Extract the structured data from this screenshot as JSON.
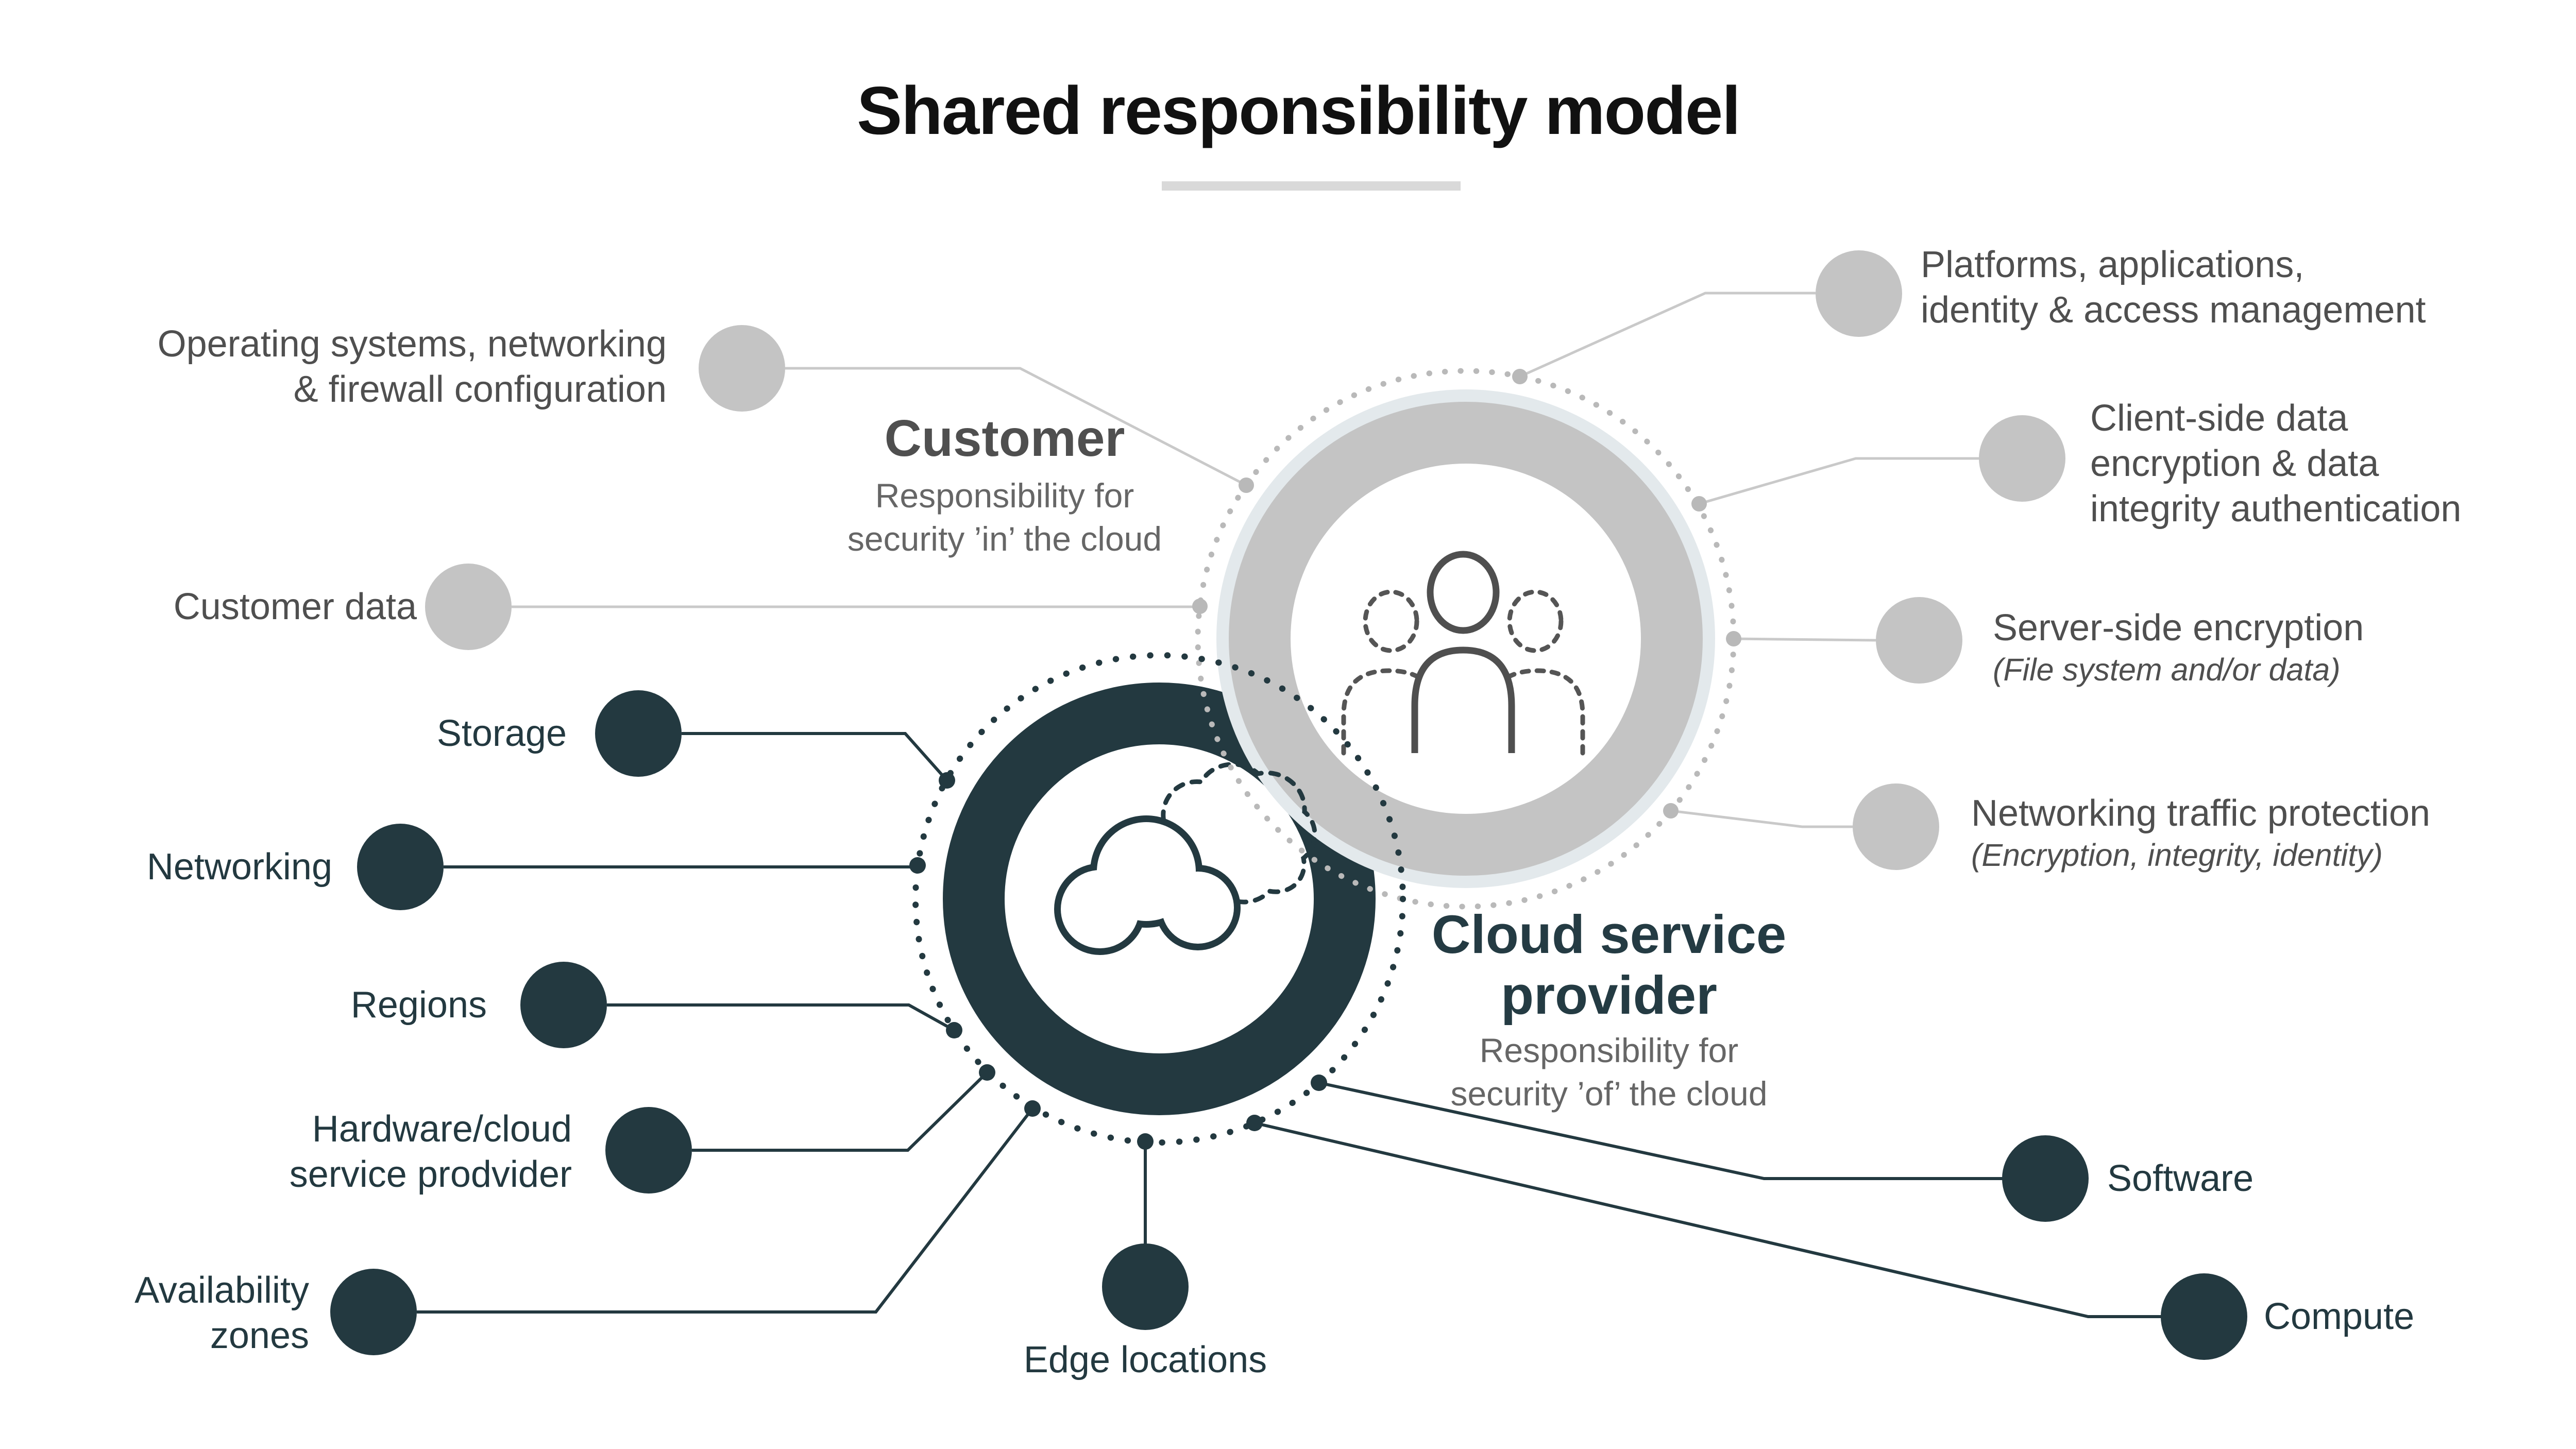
{
  "title": "Shared responsibility model",
  "customer": {
    "heading": "Customer",
    "sub_line1": "Responsibility for",
    "sub_line2": "security ’in’ the cloud",
    "items": {
      "op_systems": {
        "line1": "Operating systems, networking",
        "line2": "& firewall configuration"
      },
      "customer_data": "Customer data",
      "platforms": {
        "line1": "Platforms, applications,",
        "line2": "identity & access management"
      },
      "client_side": {
        "line1": "Client-side data",
        "line2": "encryption & data",
        "line3": "integrity authentication"
      },
      "server_side": {
        "main": "Server-side encryption",
        "note": "(File system and/or data)"
      },
      "net_traffic": {
        "main": "Networking traffic protection",
        "note": "(Encryption, integrity, identity)"
      }
    }
  },
  "provider": {
    "heading_line1": "Cloud service",
    "heading_line2": "provider",
    "sub_line1": "Responsibility for",
    "sub_line2": "security ’of’ the cloud",
    "items": {
      "storage": "Storage",
      "networking": "Networking",
      "regions": "Regions",
      "hardware": {
        "line1": "Hardware/cloud",
        "line2": "service prodvider"
      },
      "availability": {
        "line1": "Availability",
        "line2": "zones"
      },
      "edge": "Edge locations",
      "software": "Software",
      "compute": "Compute"
    }
  },
  "icons": {
    "customer_circle": "people-icon",
    "provider_circle": "cloud-icon"
  },
  "colors": {
    "provider_dark": "#233940",
    "customer_gray": "#c4c4c4",
    "dotted_gray": "#b9b9b9",
    "connector_gray": "#c9c9c9",
    "text_gray": "#4f4f4f",
    "subtext_gray": "#666666",
    "halo": "#e3e9ec",
    "divider": "#d9d9d9",
    "title": "#111111"
  }
}
